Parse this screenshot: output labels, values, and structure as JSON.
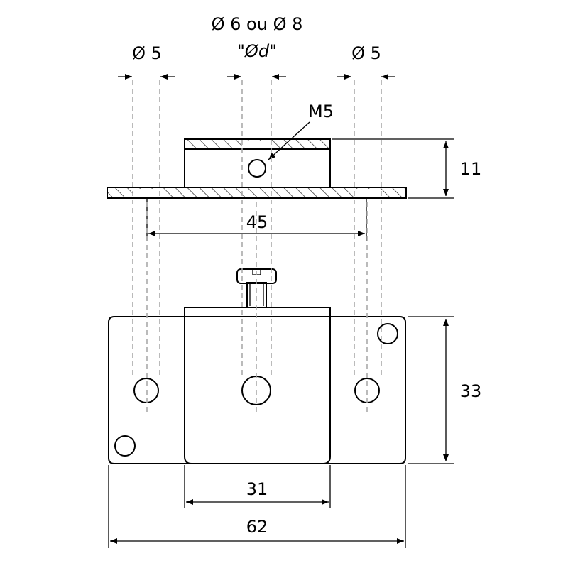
{
  "labels": {
    "bore_options": "Ø 6 ou Ø 8",
    "bore_symbol": "\"Ød\"",
    "left_hole": "Ø 5",
    "right_hole": "Ø 5",
    "thread": "M5",
    "height_top_view": "11",
    "hole_spacing": "45",
    "plate_height": "33",
    "block_width": "31",
    "overall_width": "62"
  }
}
